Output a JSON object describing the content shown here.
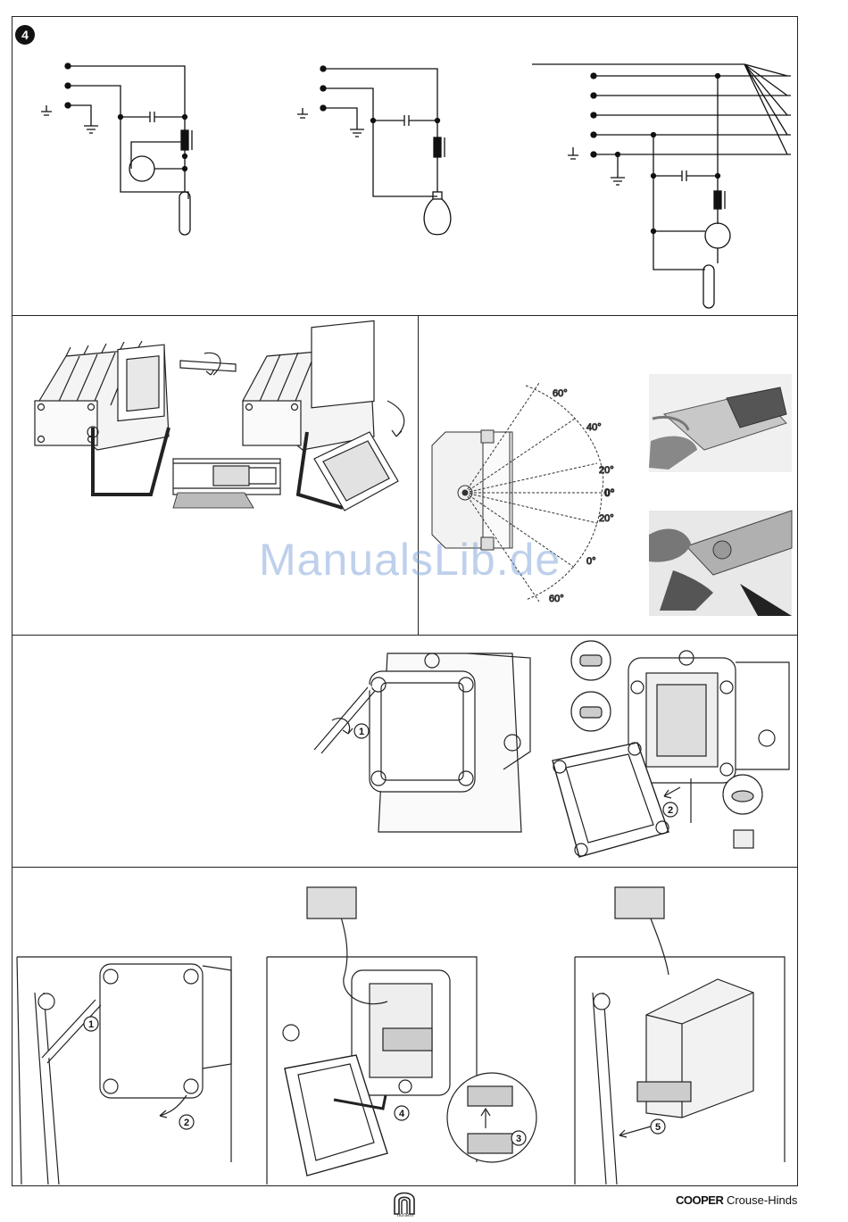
{
  "section_number": "4",
  "panel_2_right": {
    "angles": [
      "60°",
      "40°",
      "20°",
      "0°",
      "20°",
      "0°",
      "60°"
    ]
  },
  "panel_3": {
    "steps": [
      "1",
      "2"
    ]
  },
  "panel_4": {
    "steps": [
      "1",
      "2",
      "4",
      "3",
      "5"
    ]
  },
  "watermark": "ManualsLib.de",
  "footer": {
    "logo_text": "nortem",
    "brand_bold": "COOPER",
    "brand_regular": " Crouse-Hinds"
  }
}
